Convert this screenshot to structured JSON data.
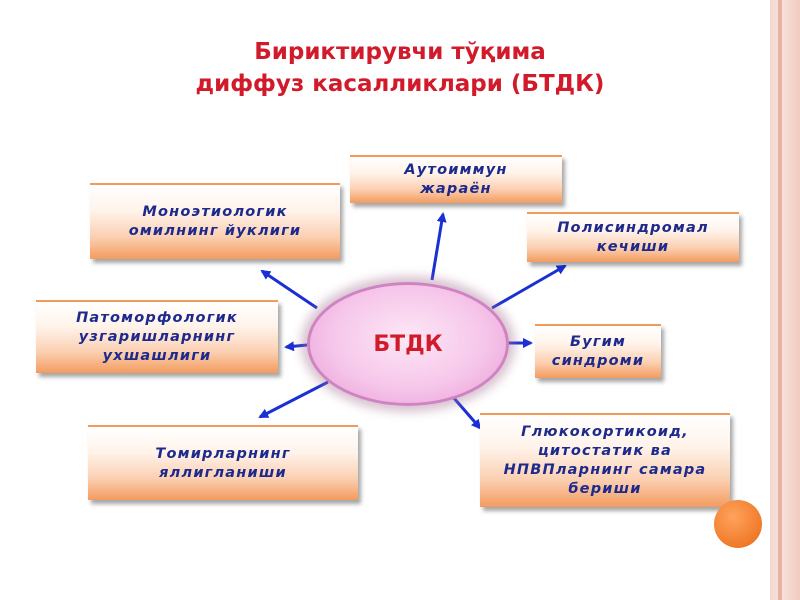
{
  "title": {
    "line1": "Бириктирувчи тўқима",
    "line2": "диффуз касалликлари (БТДК)"
  },
  "center": {
    "label": "БТДК"
  },
  "nodes": {
    "autoimmune": "Аутоиммун\nжараён",
    "monoetiologic": "Моноэтиологик\nомилнинг йуклиги",
    "polysyndromal": "Полисиндромал\nкечиши",
    "pathomorphologic": "Патоморфологик\nузгаришларнинг\nухшашлиги",
    "joint_syndrome": "Бугим\nсиндроми",
    "vascular": "Томирларнинг\nяллигланиши",
    "glucocorticoid": "Глюкокортикоид,\nцитостатик ва\nНПВПларнинг самара\nбериши"
  },
  "colors": {
    "title": "#d11a2a",
    "box_text": "#1d2a8c",
    "arrow": "#1a2fd4",
    "center_fill": "#f6c6ea",
    "box_bottom": "#f39b5f",
    "accent_circle": "#f07a2a"
  }
}
